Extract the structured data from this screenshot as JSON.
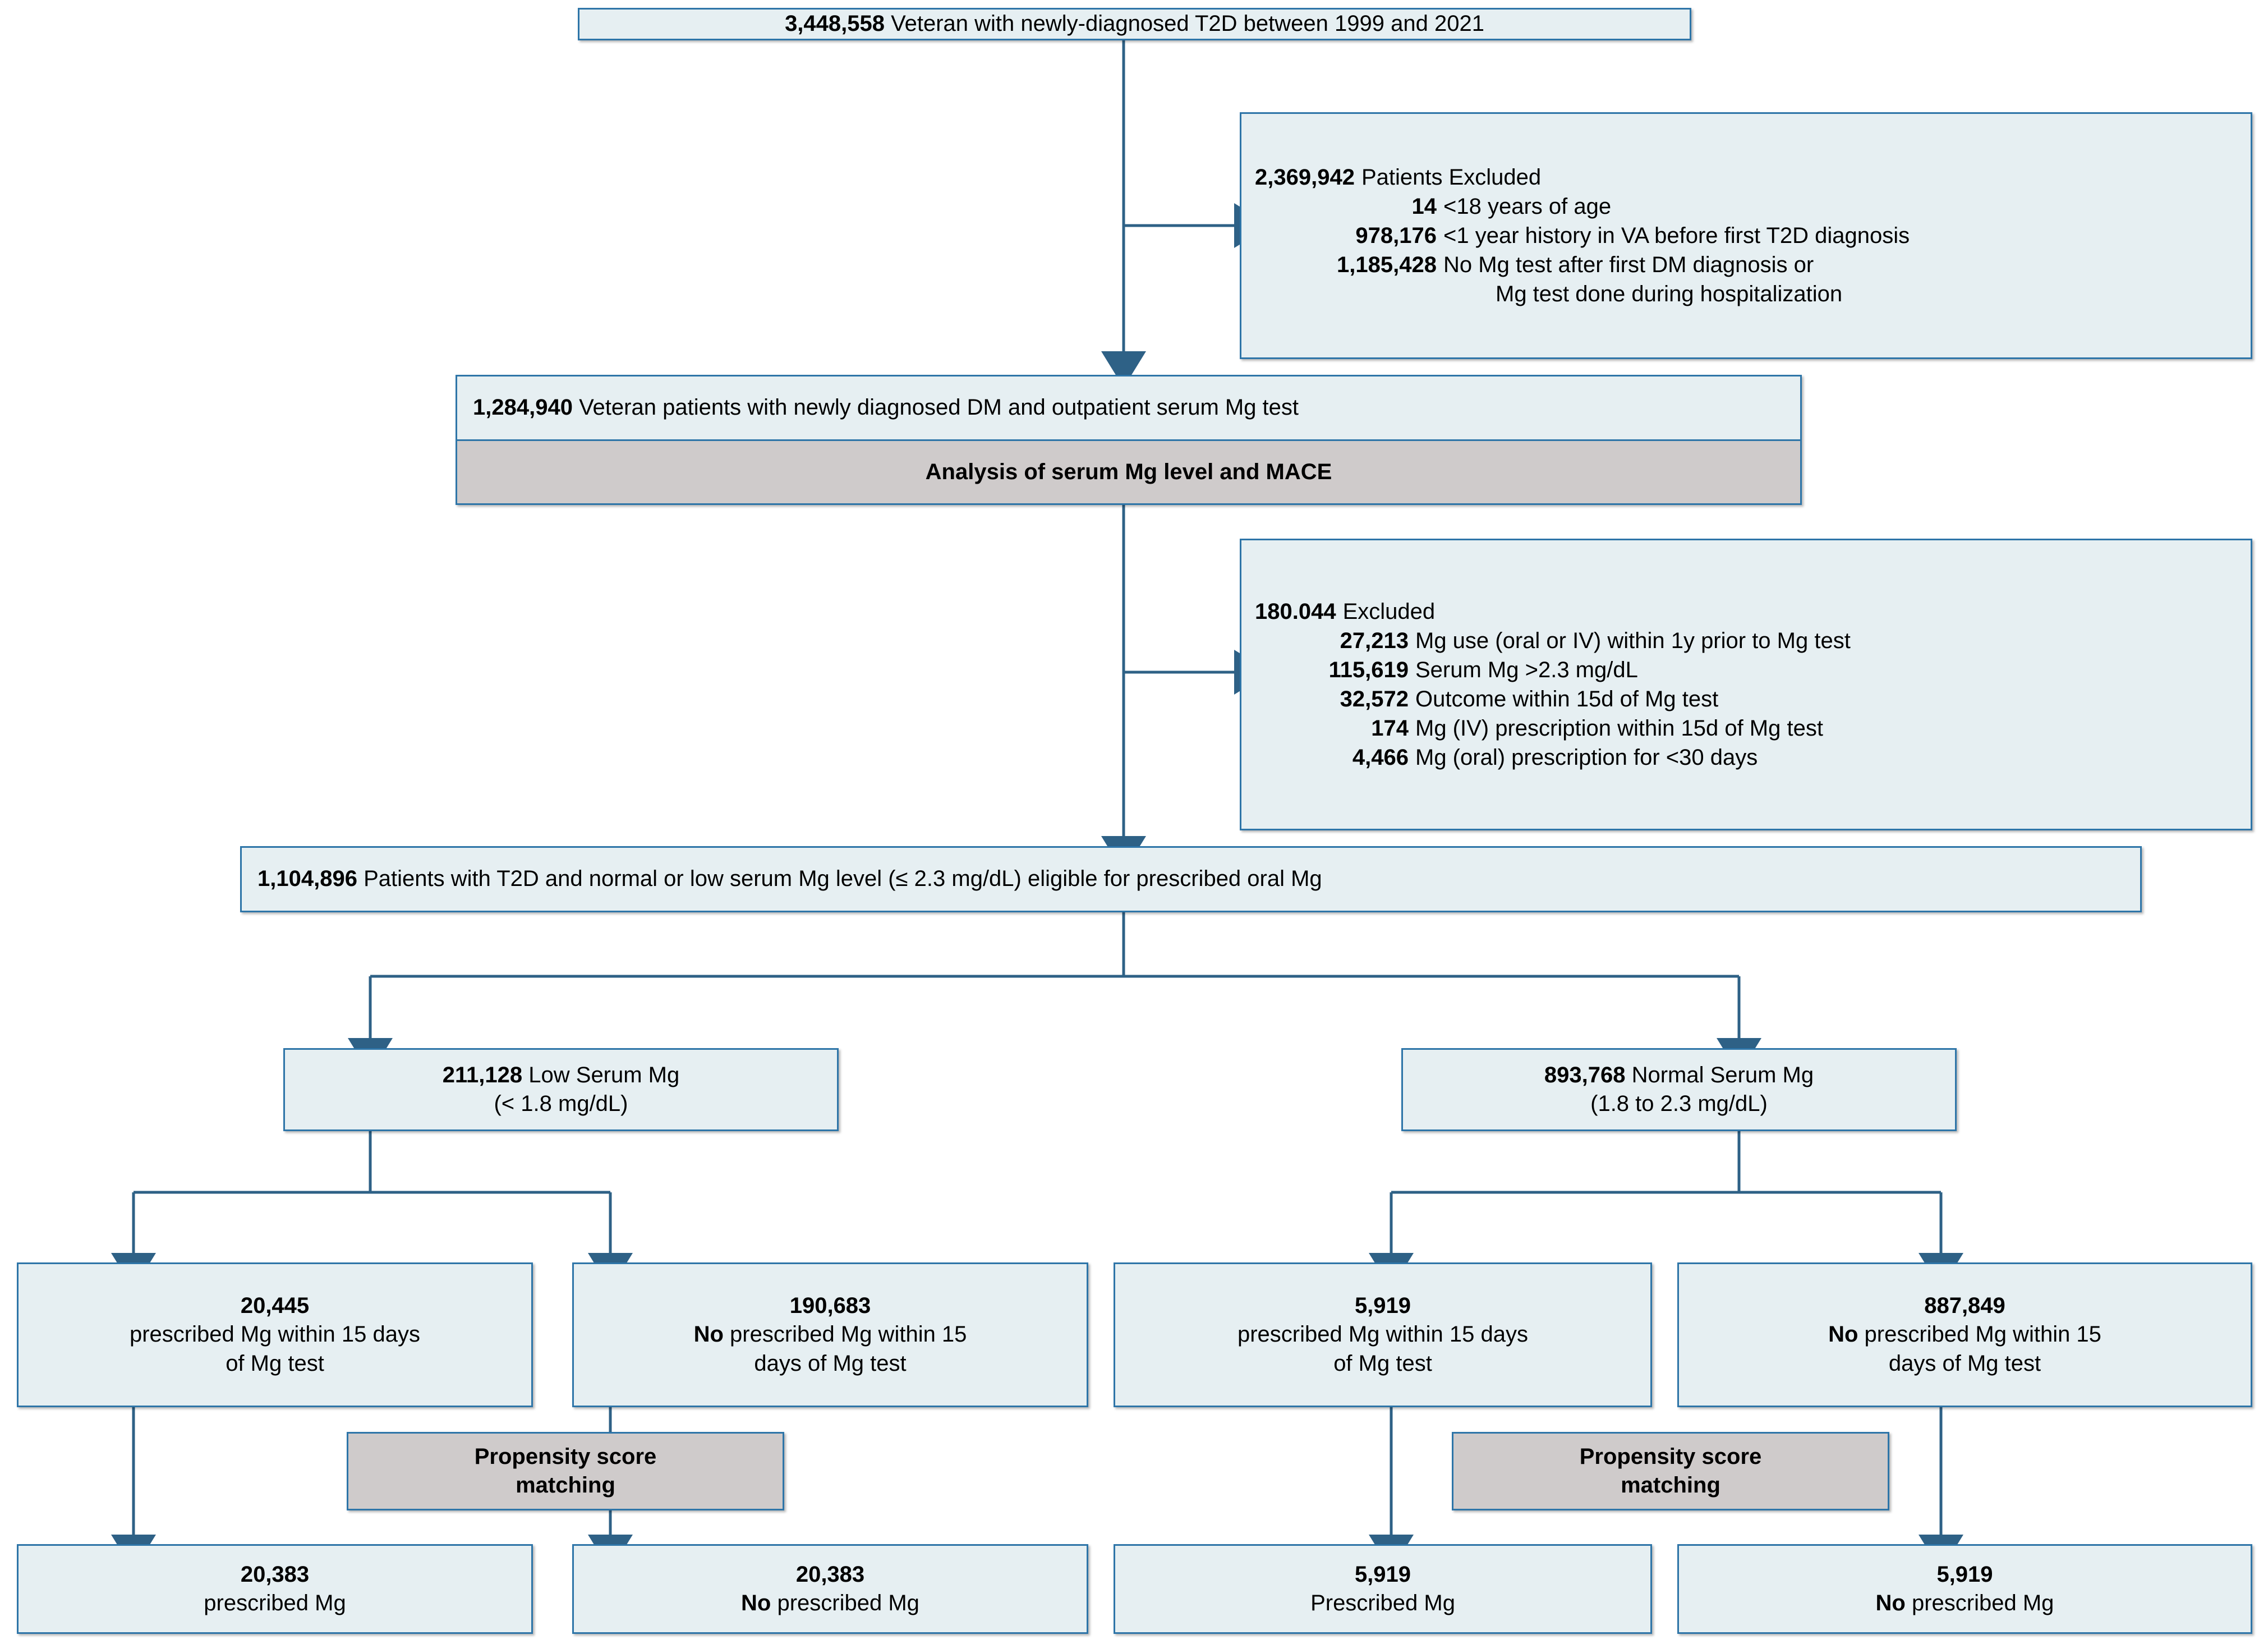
{
  "figure": {
    "type": "study-flow-diagram",
    "colors": {
      "box_border": "#2E75A8",
      "box_fill": "#E6EFF2",
      "highlight_fill": "#CFCBCB",
      "connector": "#2E6186"
    }
  },
  "nodes": {
    "cohort_total": {
      "count": "3,448,558",
      "text": "Veteran with newly-diagnosed T2D between 1999 and 2021"
    },
    "exclusion_1": {
      "header_count": "2,369,942",
      "header_text": "Patients Excluded",
      "items": [
        {
          "count": "14",
          "text": "<18 years of age"
        },
        {
          "count": "978,176",
          "text": "<1 year history in VA before first T2D diagnosis"
        },
        {
          "count": "1,185,428",
          "text": "No Mg test after first DM diagnosis or"
        },
        {
          "count": "",
          "text": "Mg test done during hospitalization"
        }
      ]
    },
    "cohort_mg_test": {
      "count": "1,284,940",
      "text": "Veteran patients with newly diagnosed DM and outpatient serum Mg test",
      "analysis_banner": "Analysis of serum Mg level and MACE"
    },
    "exclusion_2": {
      "header_count": "180.044",
      "header_text": "Excluded",
      "items": [
        {
          "count": "27,213",
          "text": "Mg use (oral or IV) within 1y prior to Mg test"
        },
        {
          "count": "115,619",
          "text": "Serum Mg >2.3 mg/dL"
        },
        {
          "count": "32,572",
          "text": "Outcome within 15d of Mg test"
        },
        {
          "count": "174",
          "text": "Mg (IV) prescription within 15d of Mg test"
        },
        {
          "count": "4,466",
          "text": "Mg (oral) prescription for <30 days"
        }
      ]
    },
    "cohort_eligible": {
      "count": "1,104,896",
      "text": "Patients with T2D and normal or low serum Mg level (≤ 2.3 mg/dL) eligible for prescribed oral Mg"
    },
    "low_mg": {
      "count": "211,128",
      "label": "Low Serum Mg",
      "range": "(< 1.8 mg/dL)"
    },
    "normal_mg": {
      "count": "893,768",
      "label": "Normal Serum Mg",
      "range": "(1.8 to 2.3 mg/dL)"
    },
    "low_treated": {
      "count": "20,445",
      "line1_bold": "",
      "line1": "prescribed Mg within 15 days",
      "line2": "of Mg test"
    },
    "low_untreated": {
      "count": "190,683",
      "line1_bold": "No",
      "line1": " prescribed Mg within 15",
      "line2": "days of Mg test"
    },
    "normal_treated": {
      "count": "5,919",
      "line1_bold": "",
      "line1": "prescribed Mg within 15 days",
      "line2": "of Mg test"
    },
    "normal_untreated": {
      "count": "887,849",
      "line1_bold": "No",
      "line1": " prescribed Mg within 15",
      "line2": "days of Mg test"
    },
    "psm_low": {
      "line1": "Propensity score",
      "line2": "matching"
    },
    "psm_normal": {
      "line1": "Propensity score",
      "line2": "matching"
    },
    "matched_low_treated": {
      "count": "20,383",
      "label_bold": "",
      "label": "prescribed Mg"
    },
    "matched_low_untreated": {
      "count": "20,383",
      "label_bold": "No",
      "label": " prescribed Mg"
    },
    "matched_normal_treated": {
      "count": "5,919",
      "label_bold": "",
      "label": "Prescribed Mg"
    },
    "matched_normal_untreated": {
      "count": "5,919",
      "label_bold": "No",
      "label": " prescribed Mg"
    }
  }
}
